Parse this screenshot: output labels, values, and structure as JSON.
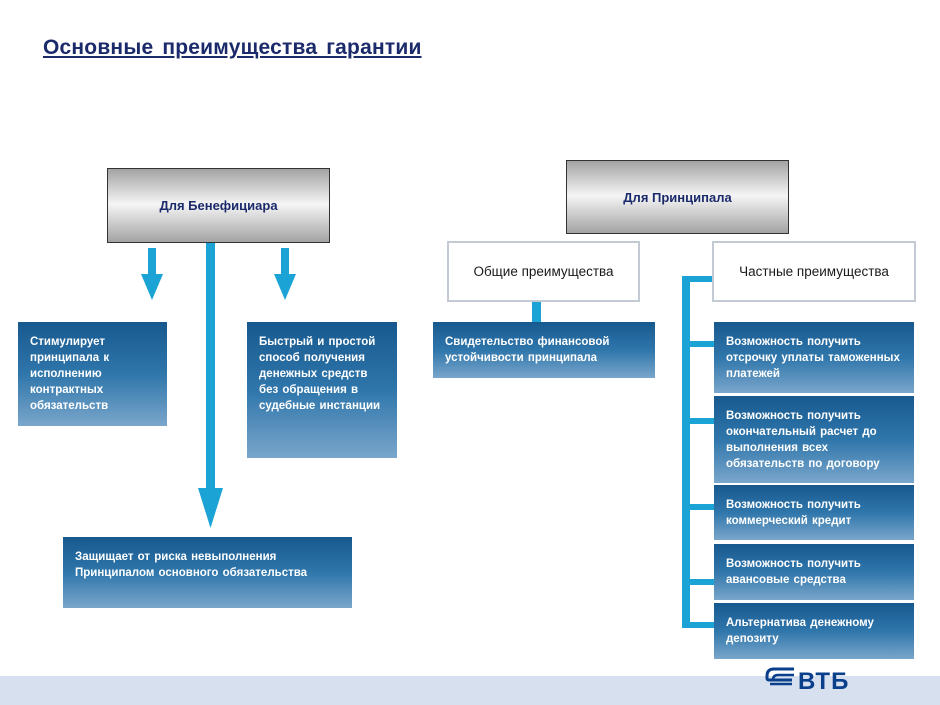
{
  "title": "Основные преимущества гарантии",
  "beneficiary": {
    "header": "Для Бенефициара",
    "boxes": [
      "Стимулирует принципала к исполнению контрактных обязательств",
      "Быстрый и простой способ получения денежных средств без обращения в судебные инстанции",
      "Защищает от риска невыполнения Принципалом основного обязательства"
    ]
  },
  "principal": {
    "header": "Для Принципала",
    "general": {
      "label": "Общие преимущества",
      "box": "Свидетельство финансовой устойчивости принципала"
    },
    "specific": {
      "label": "Частные преимущества",
      "items": [
        "Возможность получить отсрочку уплаты таможенных платежей",
        "Возможность получить окончательный расчет до выполнения всех обязательств по договору",
        "Возможность получить коммерческий кредит",
        "Возможность получить авансовые средства",
        "Альтернатива денежному депозиту"
      ]
    }
  },
  "logo": {
    "text": "ВТБ",
    "color": "#0a3f8c"
  },
  "colors": {
    "connector": "#1aa3d4",
    "title": "#1b2a6b",
    "box_top": "#17598f",
    "box_bottom": "#7aa6cb"
  }
}
